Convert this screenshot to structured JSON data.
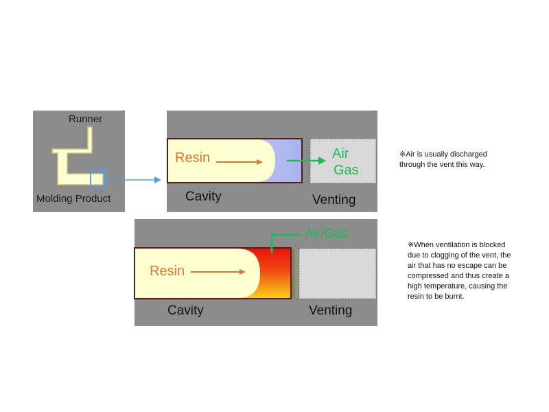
{
  "small_panel": {
    "runner_label": "Runner",
    "product_label": "Molding Product"
  },
  "top_panel": {
    "resin_label": "Resin",
    "air_label": "Air",
    "gas_label": "Gas",
    "cavity_label": "Cavity",
    "venting_label": "Venting",
    "note": "※Air is usually discharged through the vent this way."
  },
  "bottom_panel": {
    "resin_label": "Resin",
    "airgas_label": "Air/Gas",
    "cavity_label": "Cavity",
    "venting_label": "Venting",
    "note": "※When ventilation is blocked due to clogging of the vent, the air that has no escape can be compressed and thus create a high temperature, causing the resin to be burnt."
  },
  "colors": {
    "panel_gray": "#8c8c8c",
    "resin_fill": "#ffffd2",
    "resin_text": "#e8722e",
    "air_arrow": "#1db954",
    "link_blue": "#4d9ff0"
  }
}
